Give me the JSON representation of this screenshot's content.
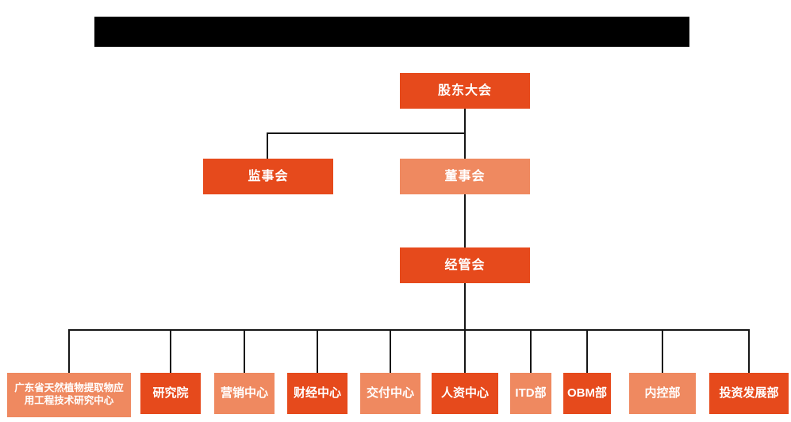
{
  "org": {
    "colors": {
      "primary_orange": "#E64A1C",
      "secondary_salmon": "#EF8960",
      "connector_line": "#161616",
      "redacted_bar": "#000000",
      "node_text": "#ffffff",
      "background": "#ffffff"
    },
    "nodes": {
      "shareholders": {
        "label": "股东大会"
      },
      "supervisory": {
        "label": "监事会"
      },
      "board": {
        "label": "董事会"
      },
      "management": {
        "label": "经管会"
      }
    },
    "departments": [
      {
        "label": "广东省天然植物提取物应用工程技术研究中心"
      },
      {
        "label": "研究院"
      },
      {
        "label": "营销中心"
      },
      {
        "label": "财经中心"
      },
      {
        "label": "交付中心"
      },
      {
        "label": "人资中心"
      },
      {
        "label": "ITD部"
      },
      {
        "label": "OBM部"
      },
      {
        "label": "内控部"
      },
      {
        "label": "投资发展部"
      }
    ]
  }
}
